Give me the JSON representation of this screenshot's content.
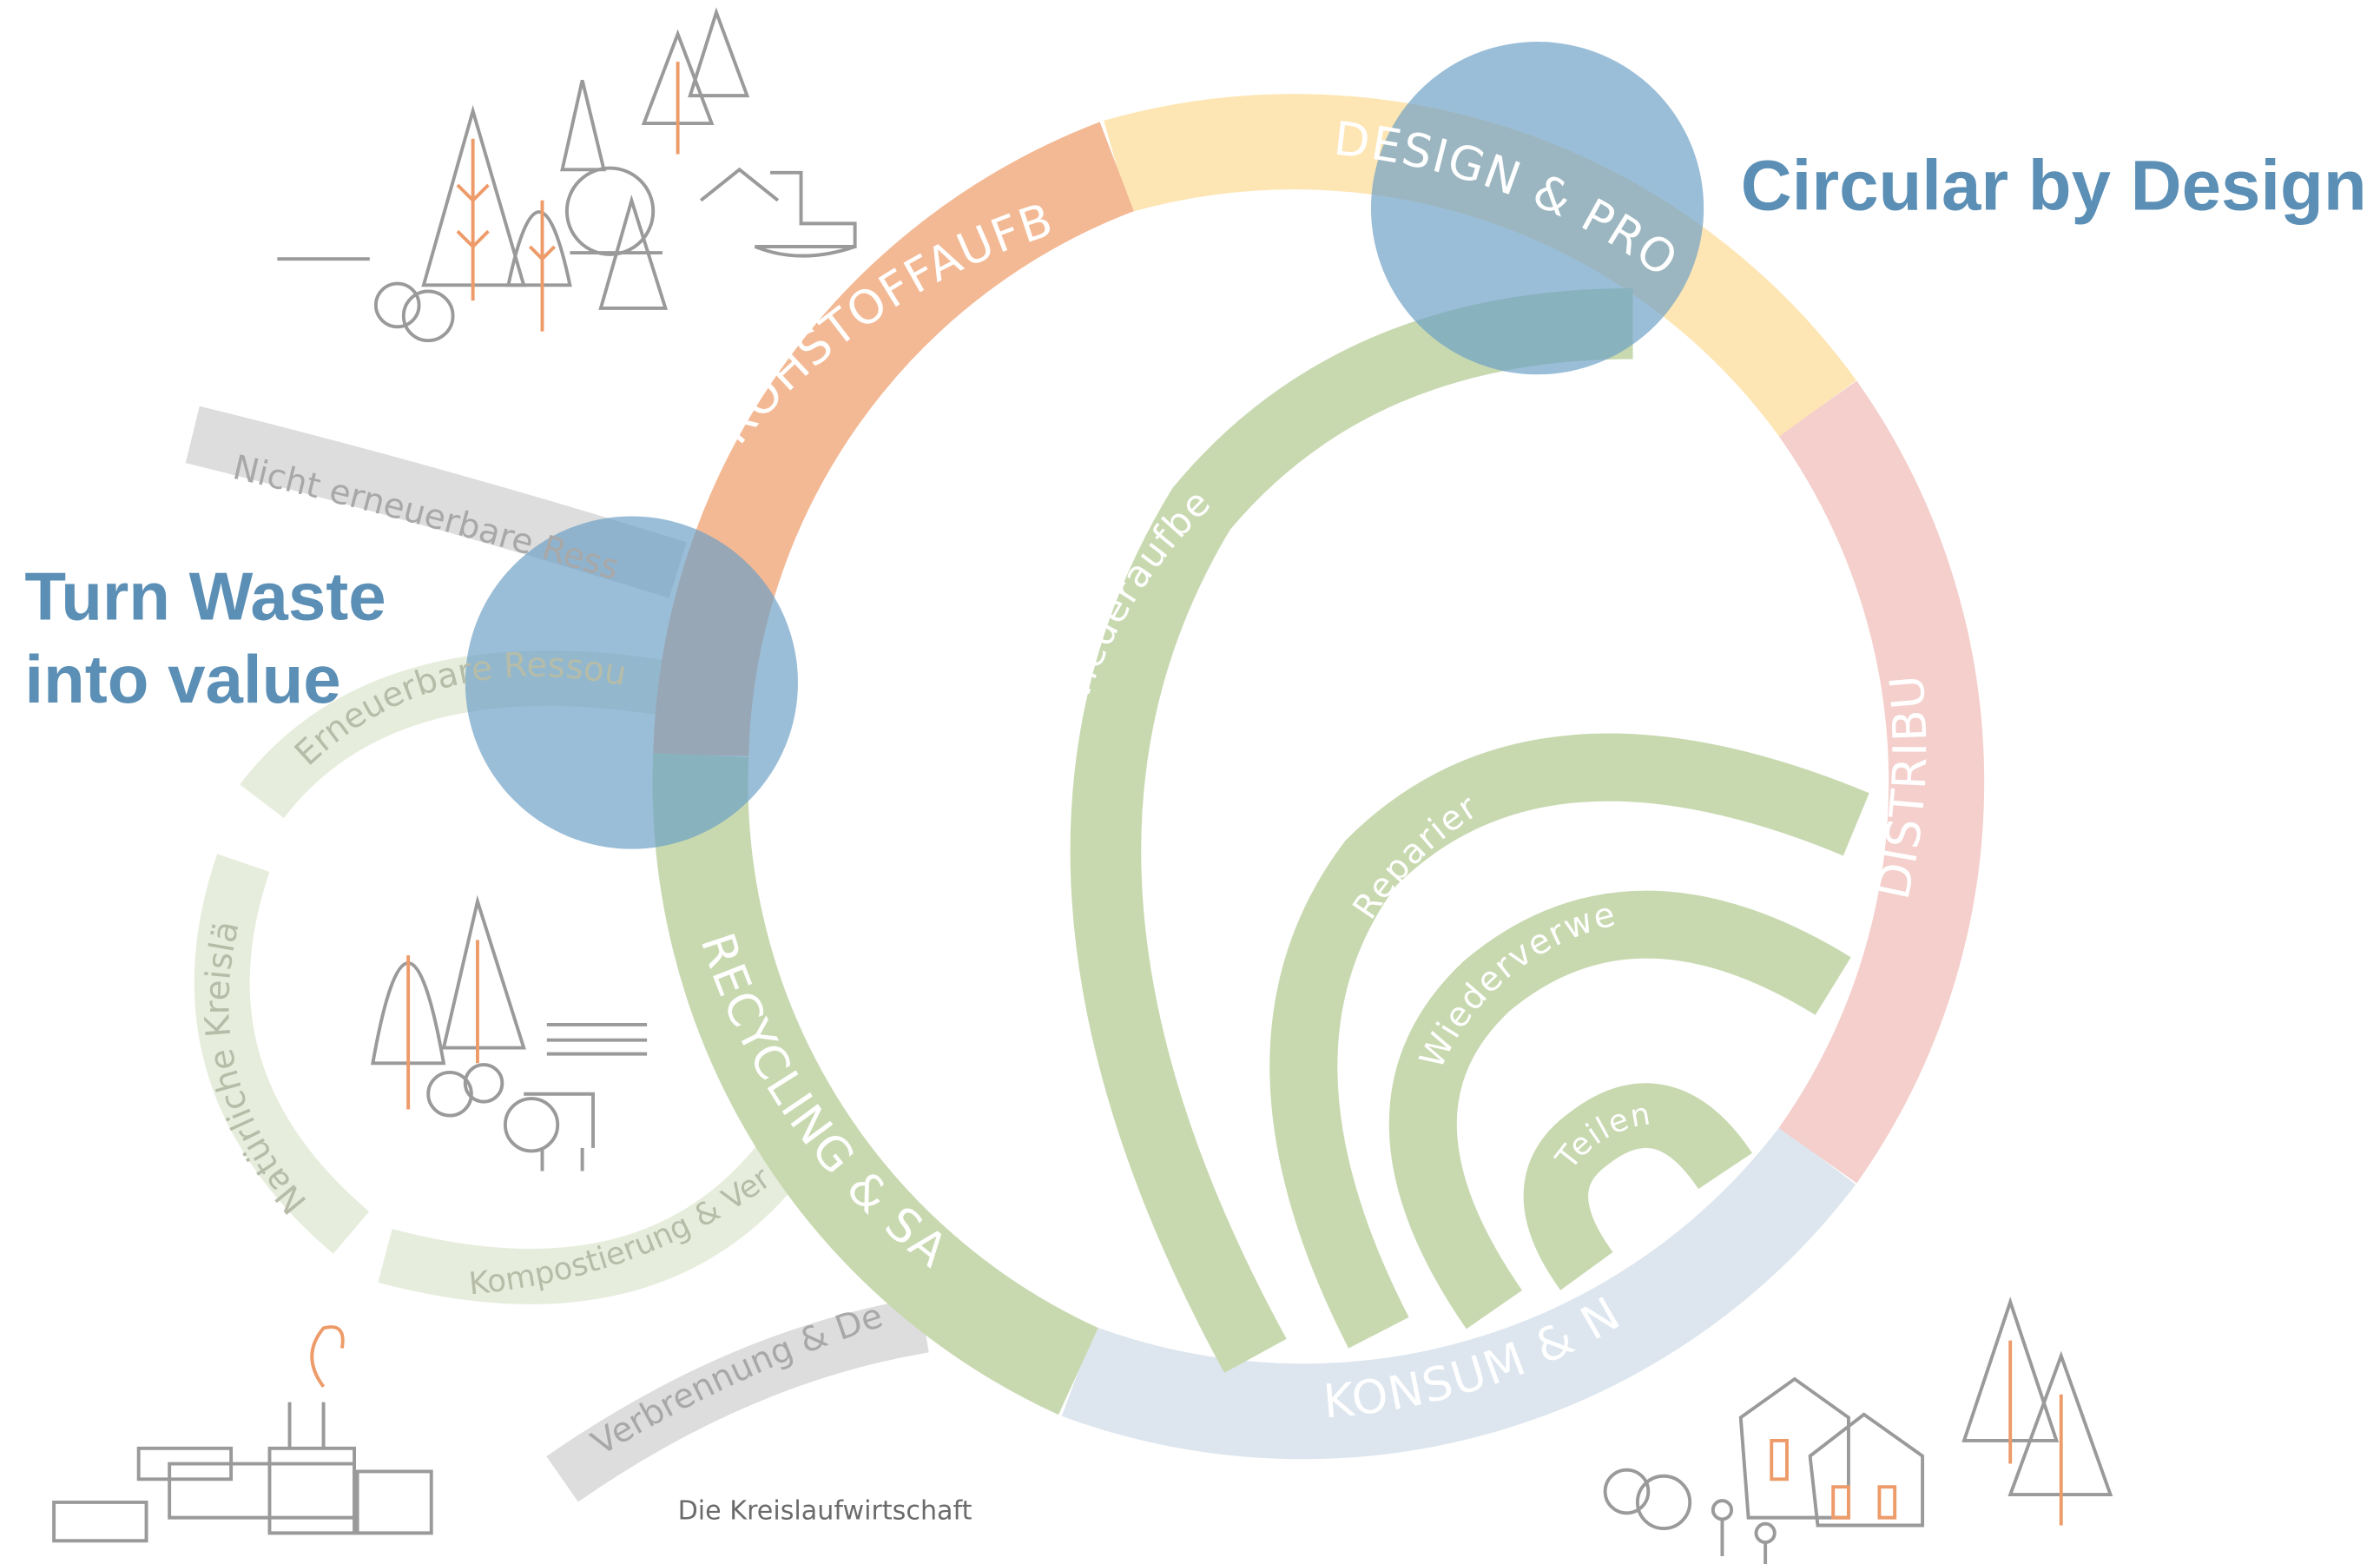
{
  "headlines": {
    "circular_by_design": "Circular by Design",
    "turn_waste_line1": "Turn Waste",
    "turn_waste_line2": "into value"
  },
  "stages": {
    "rohstoff": "ROHSTOFFAUFBEREITUNG",
    "design": "DESIGN & PRODUKTION",
    "distribution": "DISTRIBUTION",
    "konsum": "KONSUM & NUTZUNG",
    "recycling": "RECYCLING & SAMMLUNG"
  },
  "loops": {
    "wiederaufbereiten": "Wiederaufbereiten",
    "reparieren": "Reparieren",
    "wiederverwenden": "Wiederverwenden",
    "teilen": "Teilen"
  },
  "inputs": {
    "nicht_erneuerbare": "Nicht erneuerbare Ressourcen",
    "erneuerbare": "Erneuerbare Ressourcen"
  },
  "natural_cycle": {
    "kreislaeufe": "Natürliche Kreisläufe",
    "kompost": "Kompostierung & Vergärung"
  },
  "waste": {
    "deponie": "Verbrennung & Deponie"
  },
  "caption": "Die Kreislaufwirtschaft",
  "colors": {
    "rohstoff": "#f3b995",
    "design": "#fde6b4",
    "distribution": "#f4cfcc",
    "konsum": "#dde6ee",
    "recycling": "#c8d9b0",
    "loops": "#c8d9b0",
    "grey_arrow": "#dddddd",
    "natural": "#e7eddc",
    "highlight": "#6c9fc6",
    "headline": "#5b8fb5"
  }
}
